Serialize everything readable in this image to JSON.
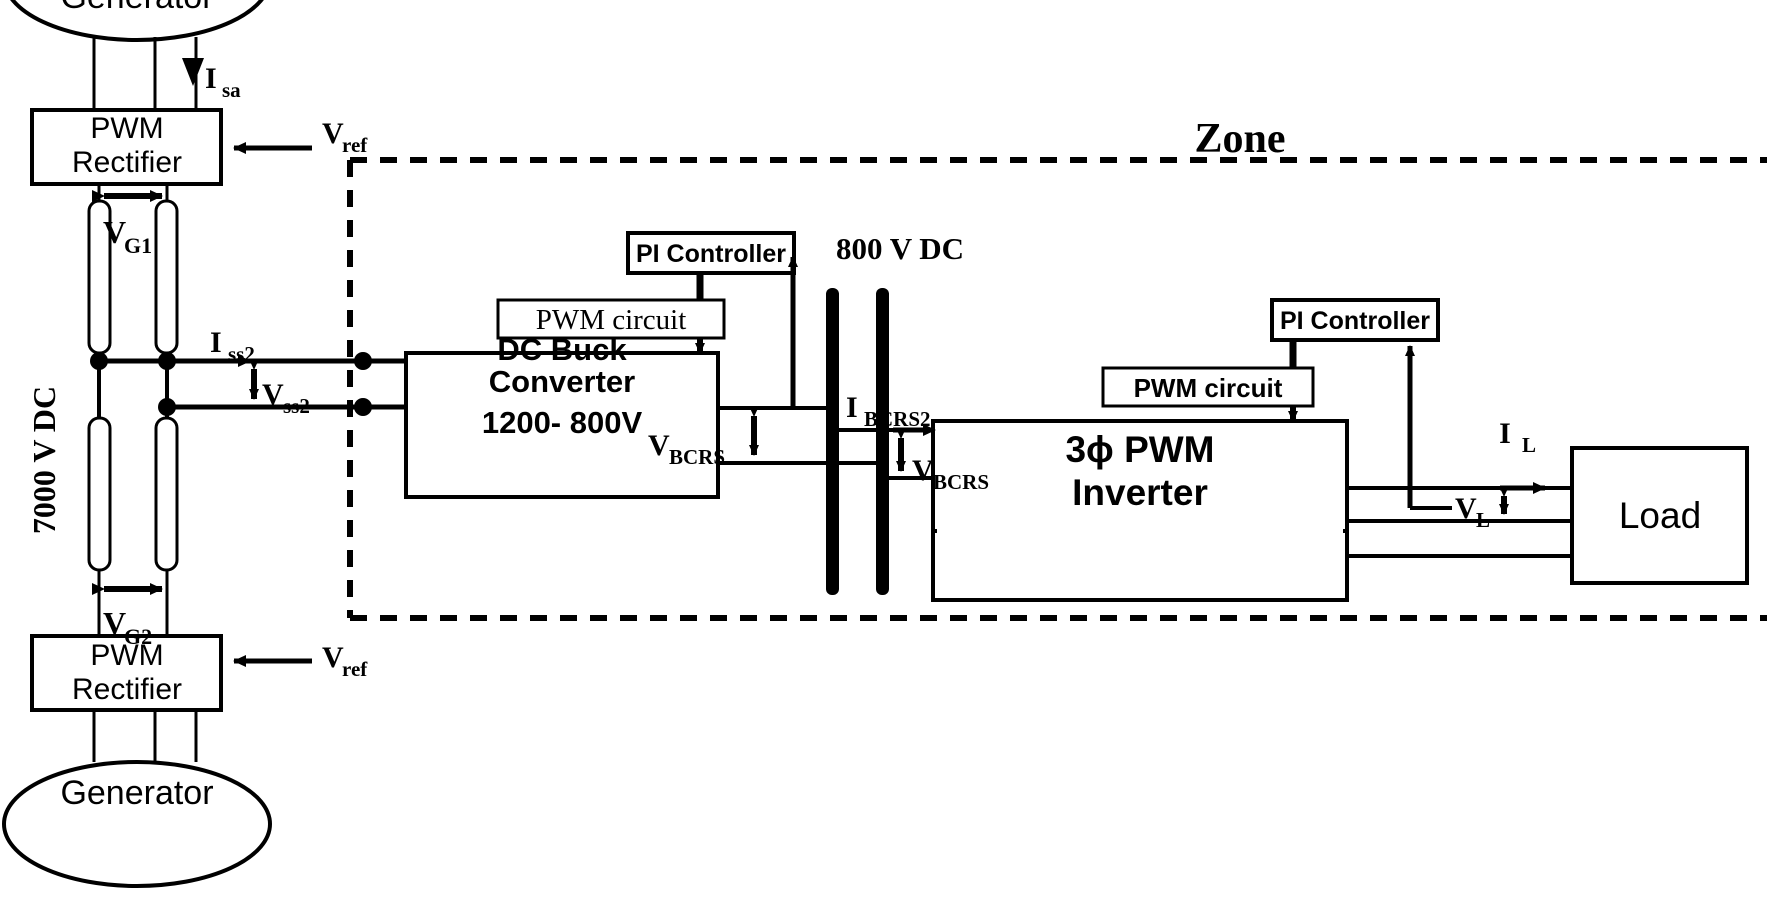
{
  "diagram": {
    "title_zone": "Zone",
    "bus_left_label": "7000 V DC",
    "bus_right_label": "800 V DC"
  },
  "sources": {
    "generator_top": "Generator",
    "generator_bottom": "Generator",
    "rectifier_top_line1": "PWM",
    "rectifier_top_line2": "Rectifier",
    "rectifier_bottom_line1": "PWM",
    "rectifier_bottom_line2": "Rectifier"
  },
  "converter": {
    "line1": "DC Buck",
    "line2": "Converter",
    "line3": "1200- 800V",
    "pwm_circuit": "PWM circuit",
    "pi_controller": "PI Controller"
  },
  "inverter": {
    "line1": "3ϕ PWM",
    "line2": "Inverter",
    "pwm_circuit": "PWM circuit",
    "pi_controller": "PI Controller"
  },
  "load": {
    "label": "Load"
  },
  "signals": {
    "i_sa": {
      "base": "I",
      "sub": "sa"
    },
    "v_ref_top": {
      "base": "V",
      "sub": "ref"
    },
    "v_ref_bottom": {
      "base": "V",
      "sub": "ref"
    },
    "v_g1": {
      "base": "V",
      "sub": "G1"
    },
    "v_g2": {
      "base": "V",
      "sub": "G2"
    },
    "i_ss2": {
      "base": "I",
      "sub": "ss2"
    },
    "v_ss2": {
      "base": "V",
      "sub": "ss2"
    },
    "v_bcrs_left": {
      "base": "V",
      "sub": "BCRS"
    },
    "i_bcrs2": {
      "base": "I",
      "sub": "BCRS2"
    },
    "v_bcrs_right": {
      "base": "V",
      "sub": "BCRS"
    },
    "i_l": {
      "base": "I",
      "sub": "L"
    },
    "v_l": {
      "base": "V",
      "sub": "L"
    }
  },
  "colors": {
    "stroke": "#000000",
    "background": "#ffffff"
  }
}
